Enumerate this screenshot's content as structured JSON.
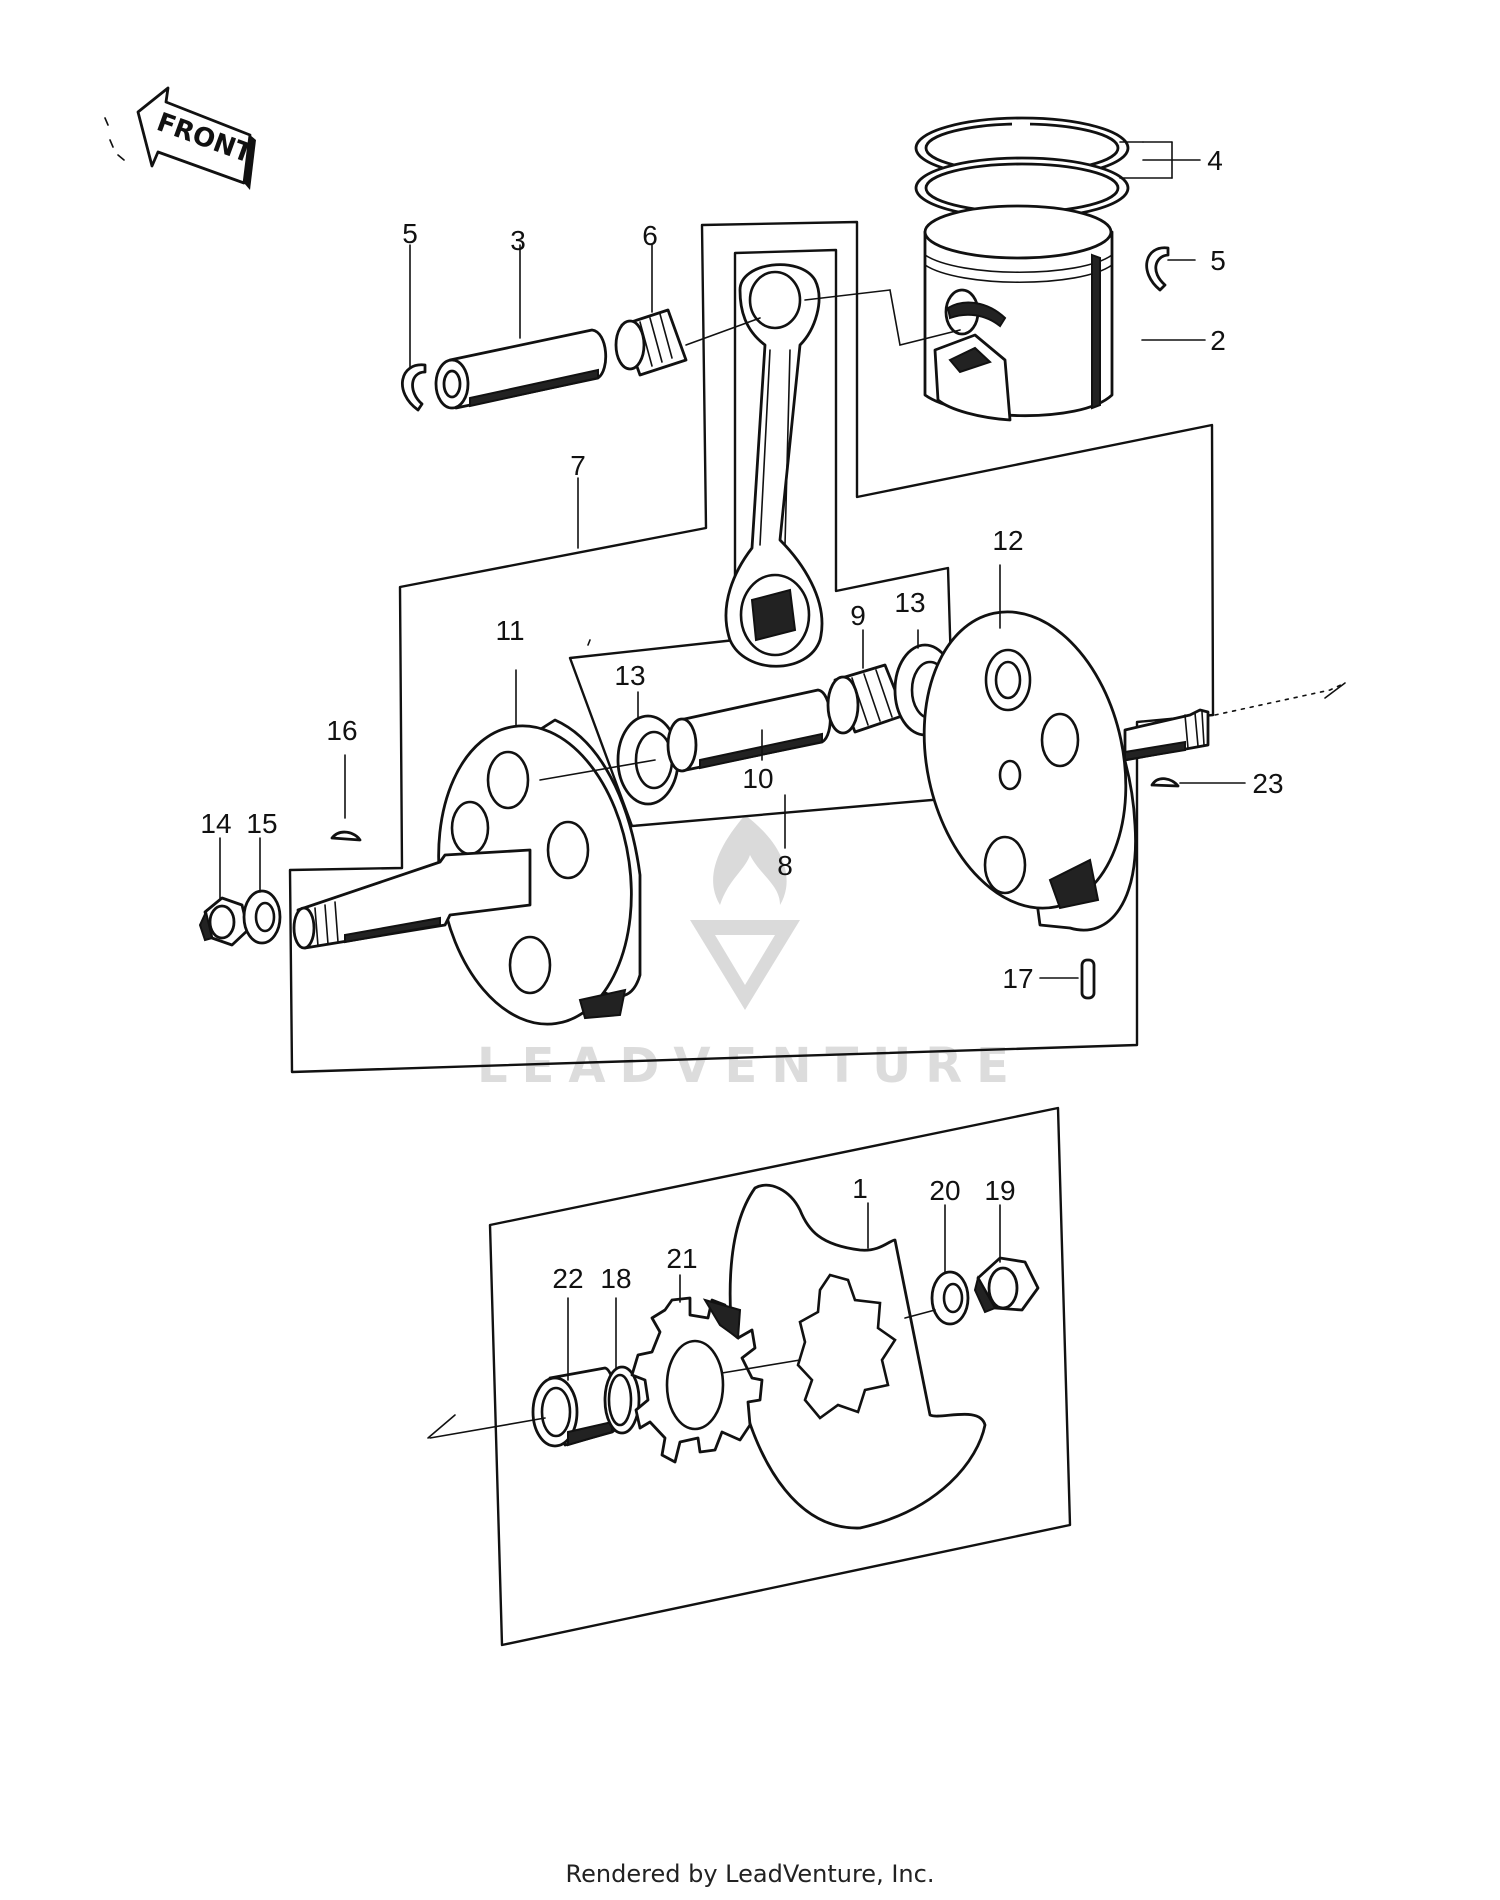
{
  "front_label": "FRONT",
  "watermark": "LEADVENTURE",
  "footer": "Rendered by LeadVenture, Inc.",
  "callouts": {
    "c1": "1",
    "c2": "2",
    "c3": "3",
    "c4": "4",
    "c5a": "5",
    "c5b": "5",
    "c6": "6",
    "c7": "7",
    "c8": "8",
    "c9": "9",
    "c10": "10",
    "c11": "11",
    "c12": "12",
    "c13a": "13",
    "c13b": "13",
    "c14": "14",
    "c15": "15",
    "c16": "16",
    "c17": "17",
    "c18": "18",
    "c19": "19",
    "c20": "20",
    "c21": "21",
    "c22": "22",
    "c23": "23"
  }
}
